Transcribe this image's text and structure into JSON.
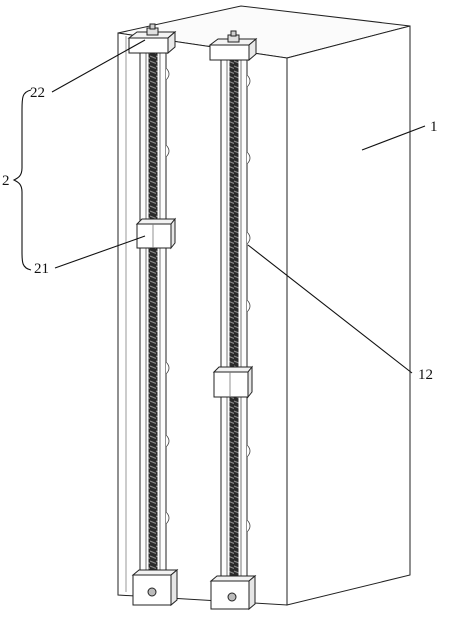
{
  "labels": {
    "main_body": "1",
    "assembly": "2",
    "slider": "21",
    "end_cap": "22",
    "guide_rail": "12"
  }
}
